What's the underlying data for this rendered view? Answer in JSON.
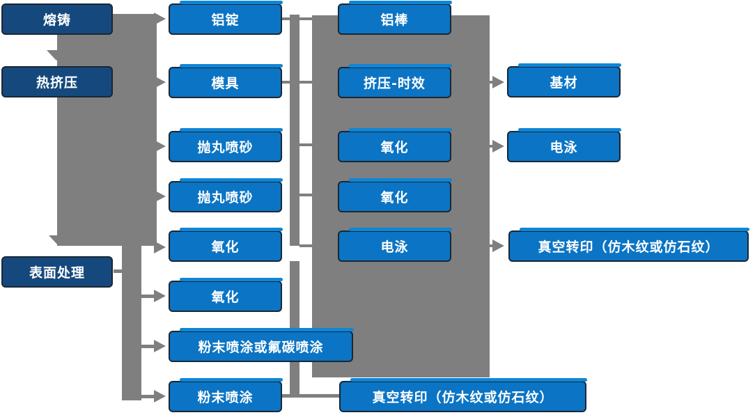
{
  "colors": {
    "background": "#FFFFFF",
    "box_primary": "#0B74C4",
    "box_dark": "#15497D",
    "box_highlight": "#0D86D8",
    "connector_gray": "#7F7F7F",
    "border": "#1B2733",
    "text": "#FFFFFF"
  },
  "nodes": {
    "melting_casting": {
      "label": "熔铸"
    },
    "hot_extrusion": {
      "label": "热挤压"
    },
    "surface_treatment": {
      "label": "表面处理"
    },
    "aluminum_ingot": {
      "label": "铝锭"
    },
    "mold": {
      "label": "模具"
    },
    "shot_blast_1": {
      "label": "抛丸喷砂"
    },
    "shot_blast_2": {
      "label": "抛丸喷砂"
    },
    "oxidation_c2_1": {
      "label": "氧化"
    },
    "oxidation_c2_2": {
      "label": "氧化"
    },
    "powder_or_fluorocarbon": {
      "label": "粉末喷涂或氟碳喷涂"
    },
    "powder_coating": {
      "label": "粉末喷涂"
    },
    "aluminum_rod": {
      "label": "铝棒"
    },
    "extrusion_aging": {
      "label": "挤压-时效"
    },
    "oxidation_c3_1": {
      "label": "氧化"
    },
    "oxidation_c3_2": {
      "label": "氧化"
    },
    "electrophoresis_c3": {
      "label": "电泳"
    },
    "vacuum_transfer_bottom": {
      "label": "真空转印（仿木纹或仿石纹）"
    },
    "substrate": {
      "label": "基材"
    },
    "electrophoresis_c4": {
      "label": "电泳"
    },
    "vacuum_transfer_right": {
      "label": "真空转印（仿木纹或仿石纹）"
    }
  }
}
